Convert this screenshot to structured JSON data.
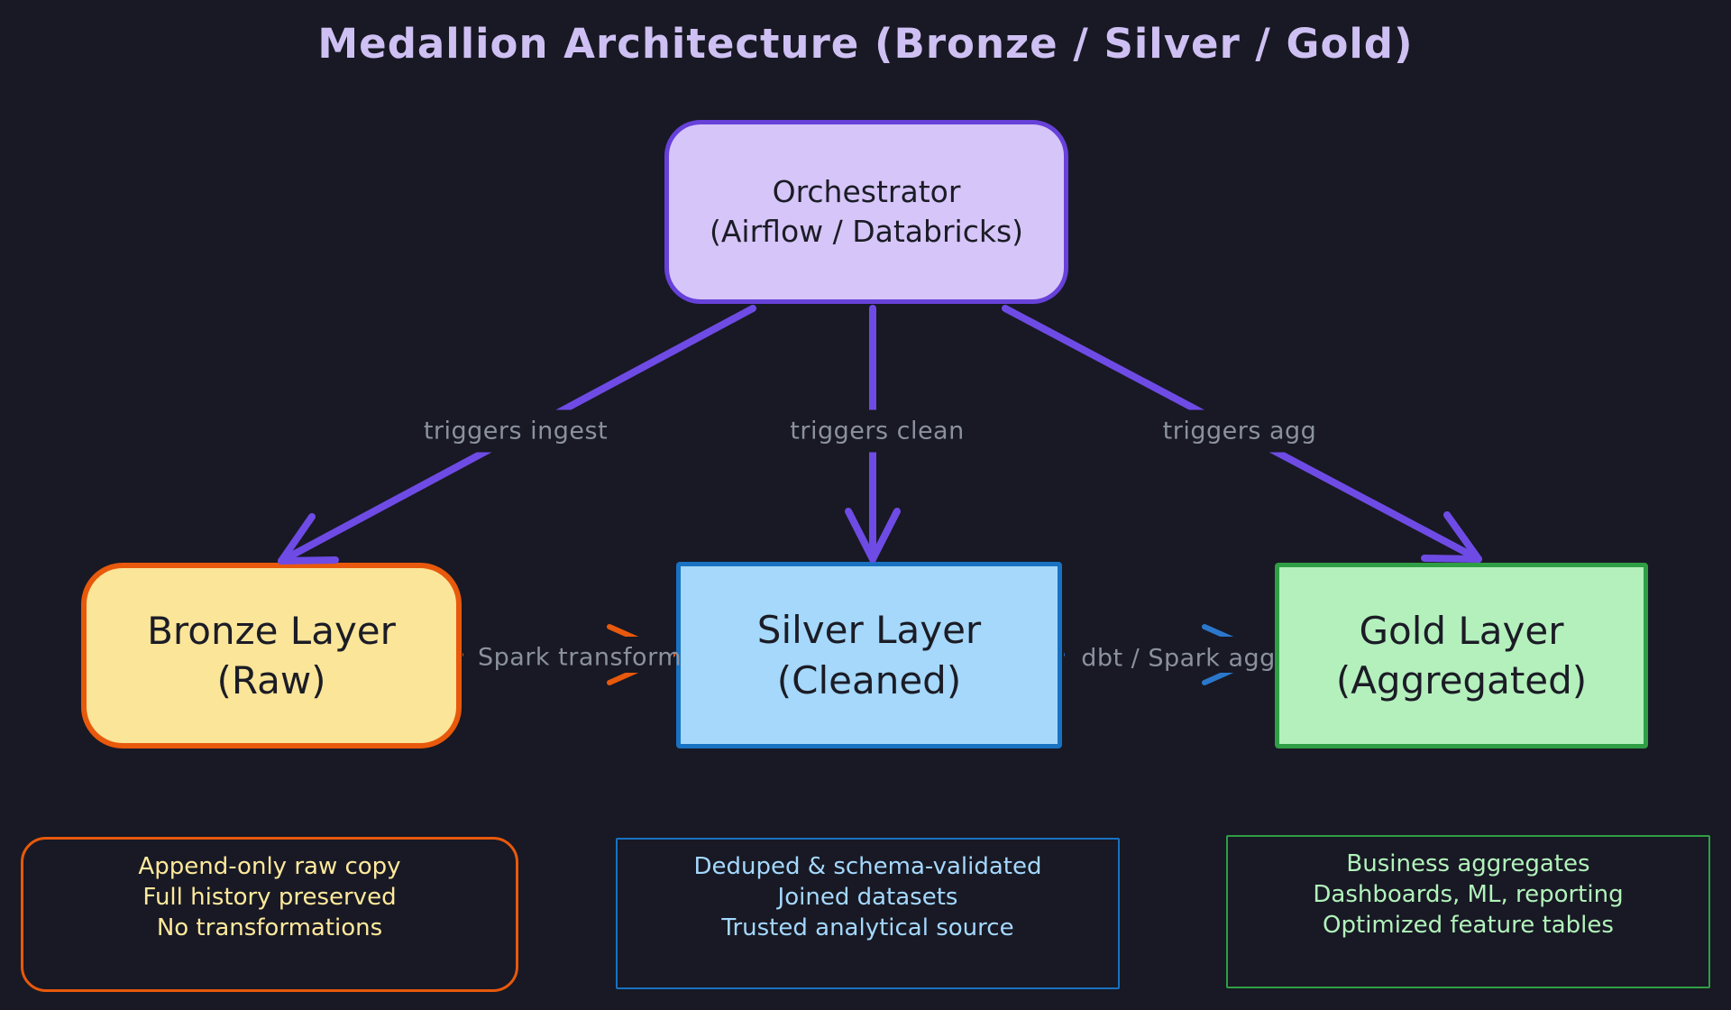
{
  "title": "Medallion Architecture (Bronze / Silver / Gold)",
  "nodes": {
    "orchestrator": {
      "line1": "Orchestrator",
      "line2": "(Airflow / Databricks)"
    },
    "bronze": {
      "line1": "Bronze Layer",
      "line2": "(Raw)"
    },
    "silver": {
      "line1": "Silver Layer",
      "line2": "(Cleaned)"
    },
    "gold": {
      "line1": "Gold Layer",
      "line2": "(Aggregated)"
    }
  },
  "edges": {
    "orchestrator_to_bronze": {
      "label": "triggers ingest"
    },
    "orchestrator_to_silver": {
      "label": "triggers clean"
    },
    "orchestrator_to_gold": {
      "label": "triggers agg"
    },
    "bronze_to_silver": {
      "label": "Spark transform"
    },
    "silver_to_gold": {
      "label": "dbt / Spark agg"
    }
  },
  "notes": {
    "bronze": {
      "lines": [
        "Append-only raw copy",
        "Full history preserved",
        "No transformations"
      ]
    },
    "silver": {
      "lines": [
        "Deduped & schema-validated",
        "Joined datasets",
        "Trusted analytical source"
      ]
    },
    "gold": {
      "lines": [
        "Business aggregates",
        "Dashboards, ML, reporting",
        "Optimized feature tables"
      ]
    }
  },
  "colors": {
    "background": "#181924",
    "title_text": "#cfc0f3",
    "edge_label_text": "#8b919e",
    "node_text": "#1b1c26",
    "orchestrator_fill": "#d6c5f8",
    "orchestrator_stroke": "#6741d9",
    "purple_arrow": "#6f4be5",
    "bronze_fill": "#fbe598",
    "bronze_stroke": "#e8590c",
    "silver_fill": "#a5d8fa",
    "silver_stroke": "#1971c2",
    "gold_fill": "#b4f0bc",
    "gold_stroke": "#2f9e44",
    "orange_arrow": "#e8590c",
    "blue_arrow": "#2b77cc",
    "note_bronze_text": "#ffe99c",
    "note_silver_text": "#a5d8ff",
    "note_gold_text": "#b2f2bb"
  }
}
